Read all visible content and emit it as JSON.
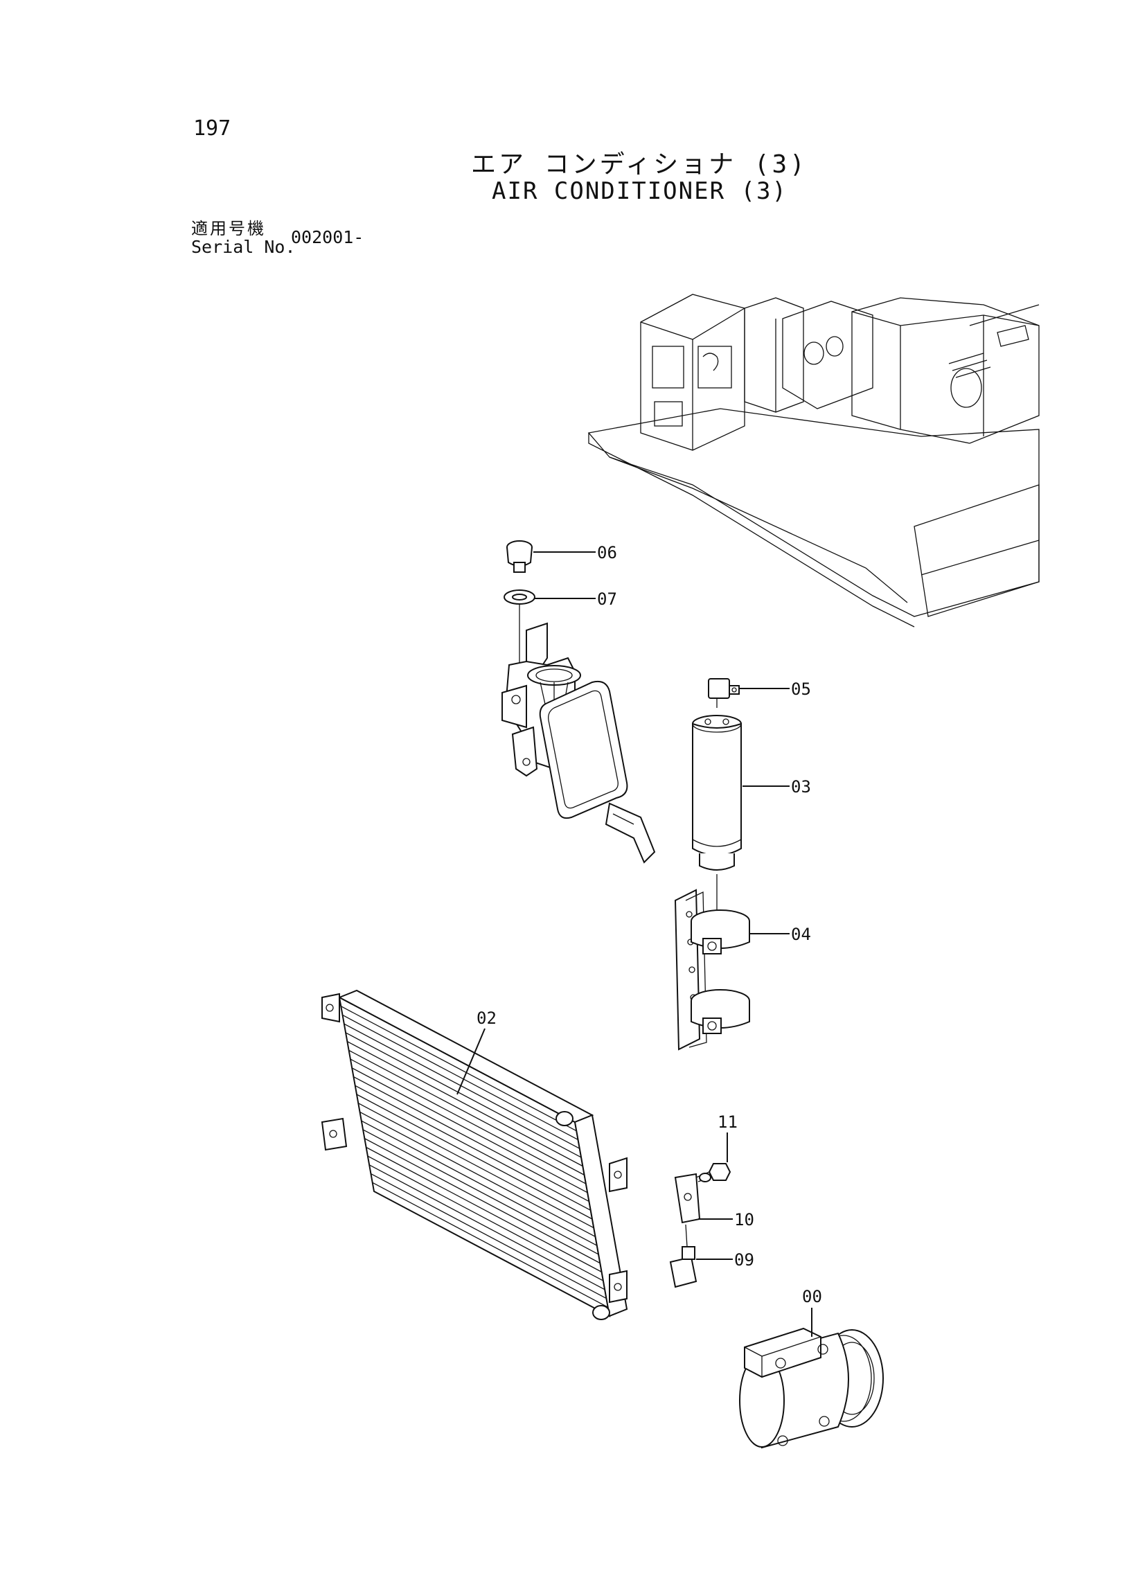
{
  "header": {
    "page_number": "197",
    "title_ja": "エア コンディショナ (3)",
    "title_en": "AIR CONDITIONER (3)",
    "serial_label_ja": "適用号機",
    "serial_label_en": "Serial No.",
    "serial_value": "002001-"
  },
  "callouts": {
    "p00": "00",
    "p02": "02",
    "p03": "03",
    "p04": "04",
    "p05": "05",
    "p06": "06",
    "p07": "07",
    "p09": "09",
    "p10": "10",
    "p11": "11"
  }
}
